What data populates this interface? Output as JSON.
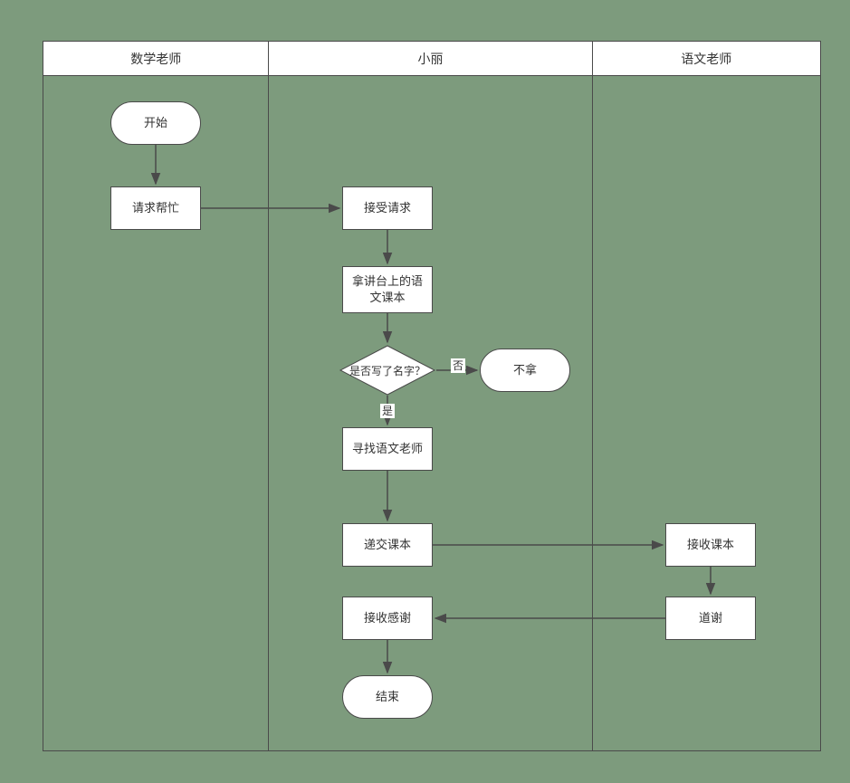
{
  "colors": {
    "background": "#7d9b7d",
    "stroke": "#4a4a4a",
    "node_fill": "#ffffff",
    "text": "#333333"
  },
  "lanes": [
    {
      "id": "math-teacher",
      "title": "数学老师"
    },
    {
      "id": "xiaoli",
      "title": "小丽"
    },
    {
      "id": "chinese-teacher",
      "title": "语文老师"
    }
  ],
  "nodes": {
    "start": "开始",
    "request_help": "请求帮忙",
    "accept_request": "接受请求",
    "take_textbook": "拿讲台上的语文课本",
    "decision": "是否写了名字？",
    "dont_take": "不拿",
    "find_teacher": "寻找语文老师",
    "hand_over": "递交课本",
    "receive_thanks": "接收感谢",
    "end": "结束",
    "receive_textbook": "接收课本",
    "thank": "道谢"
  },
  "edge_labels": {
    "no": "否",
    "yes": "是"
  }
}
